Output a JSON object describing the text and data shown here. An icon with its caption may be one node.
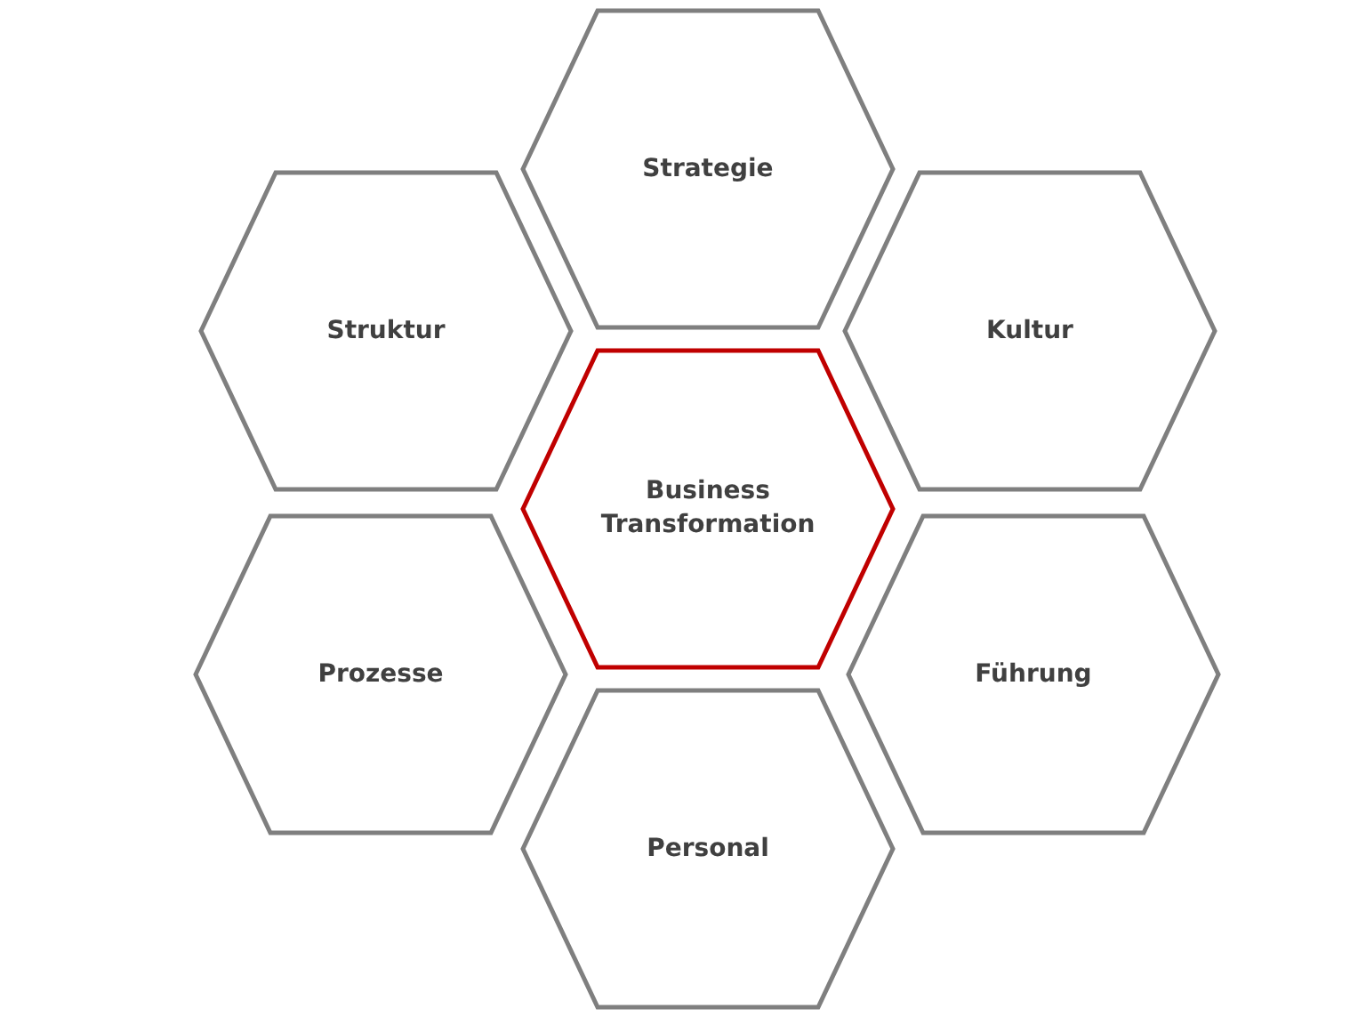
{
  "diagram": {
    "nodes": [
      {
        "text": [
          "Strategie"
        ]
      },
      {
        "text": [
          "Struktur"
        ]
      },
      {
        "text": [
          "Kultur"
        ]
      },
      {
        "text": [
          "Business Transformation"
        ]
      },
      {
        "text": [
          "Prozesse"
        ]
      },
      {
        "text": [
          "Führung"
        ]
      },
      {
        "text": [
          "Personal"
        ]
      }
    ]
  }
}
